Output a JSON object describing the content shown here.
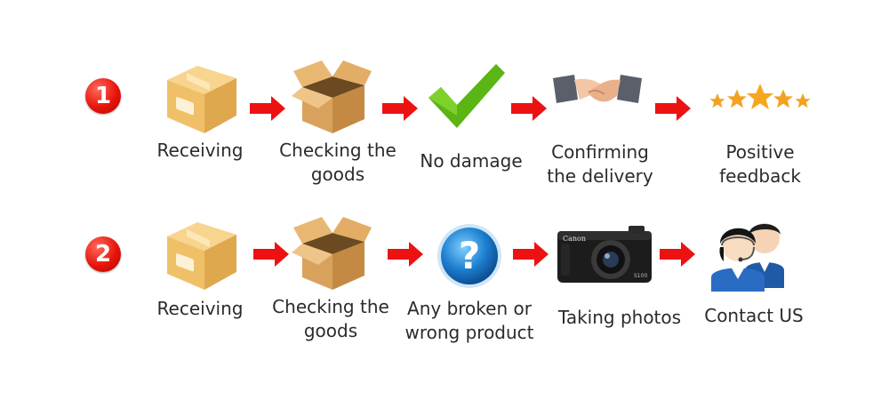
{
  "rows": [
    {
      "number": "1",
      "steps": [
        {
          "icon": "closed-box-icon",
          "label": "Receiving"
        },
        {
          "icon": "open-box-icon",
          "label": "Checking the\ngoods"
        },
        {
          "icon": "green-checkmark-icon",
          "label": "No damage"
        },
        {
          "icon": "handshake-icon",
          "label": "Confirming\nthe delivery"
        },
        {
          "icon": "five-stars-icon",
          "label": "Positive\nfeedback"
        }
      ]
    },
    {
      "number": "2",
      "steps": [
        {
          "icon": "closed-box-icon",
          "label": "Receiving"
        },
        {
          "icon": "open-box-icon",
          "label": "Checking the\ngoods"
        },
        {
          "icon": "question-mark-icon",
          "label": "Any broken or\nwrong product"
        },
        {
          "icon": "camera-icon",
          "label": "Taking photos"
        },
        {
          "icon": "customer-service-icon",
          "label": "Contact US"
        }
      ]
    }
  ],
  "camera_brand": "Canon",
  "camera_model": "S100",
  "colors": {
    "arrow": "#ee1111",
    "number_badge": "#e8140a",
    "box_closed": "#f2c46a",
    "box_open": "#d9a25c",
    "check": "#5ab515",
    "question": "#1d7fd0",
    "star": "#f2a21f"
  }
}
